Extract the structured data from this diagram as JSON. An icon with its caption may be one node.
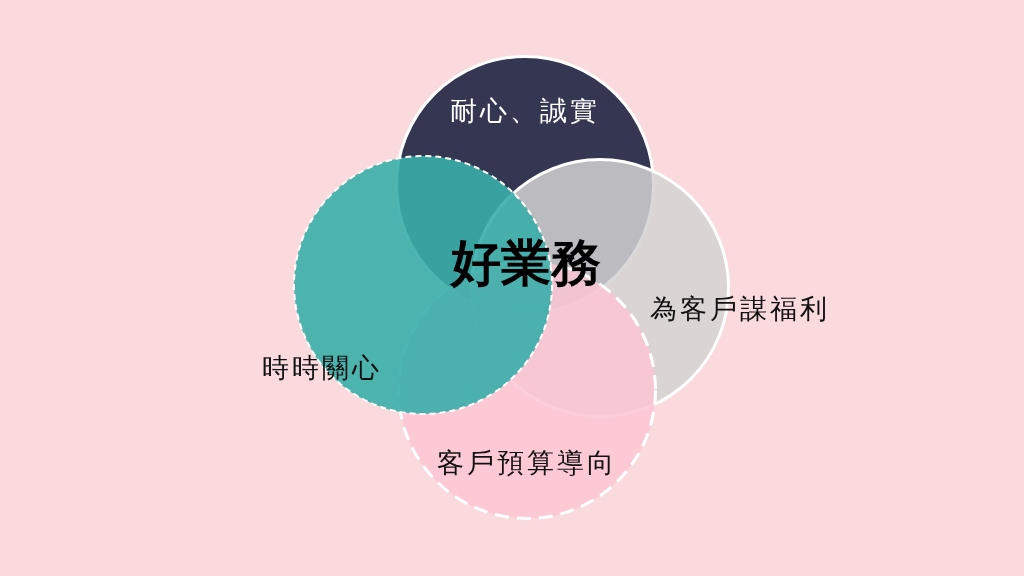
{
  "diagram": {
    "nodes": [
      {
        "text": [
          "耐心、誠實"
        ]
      },
      {
        "text": [
          "為客戶謀福利"
        ]
      },
      {
        "text": [
          "客戶預算導向"
        ]
      },
      {
        "text": [
          "時時關心"
        ]
      }
    ],
    "labels": [
      "好業務"
    ]
  }
}
